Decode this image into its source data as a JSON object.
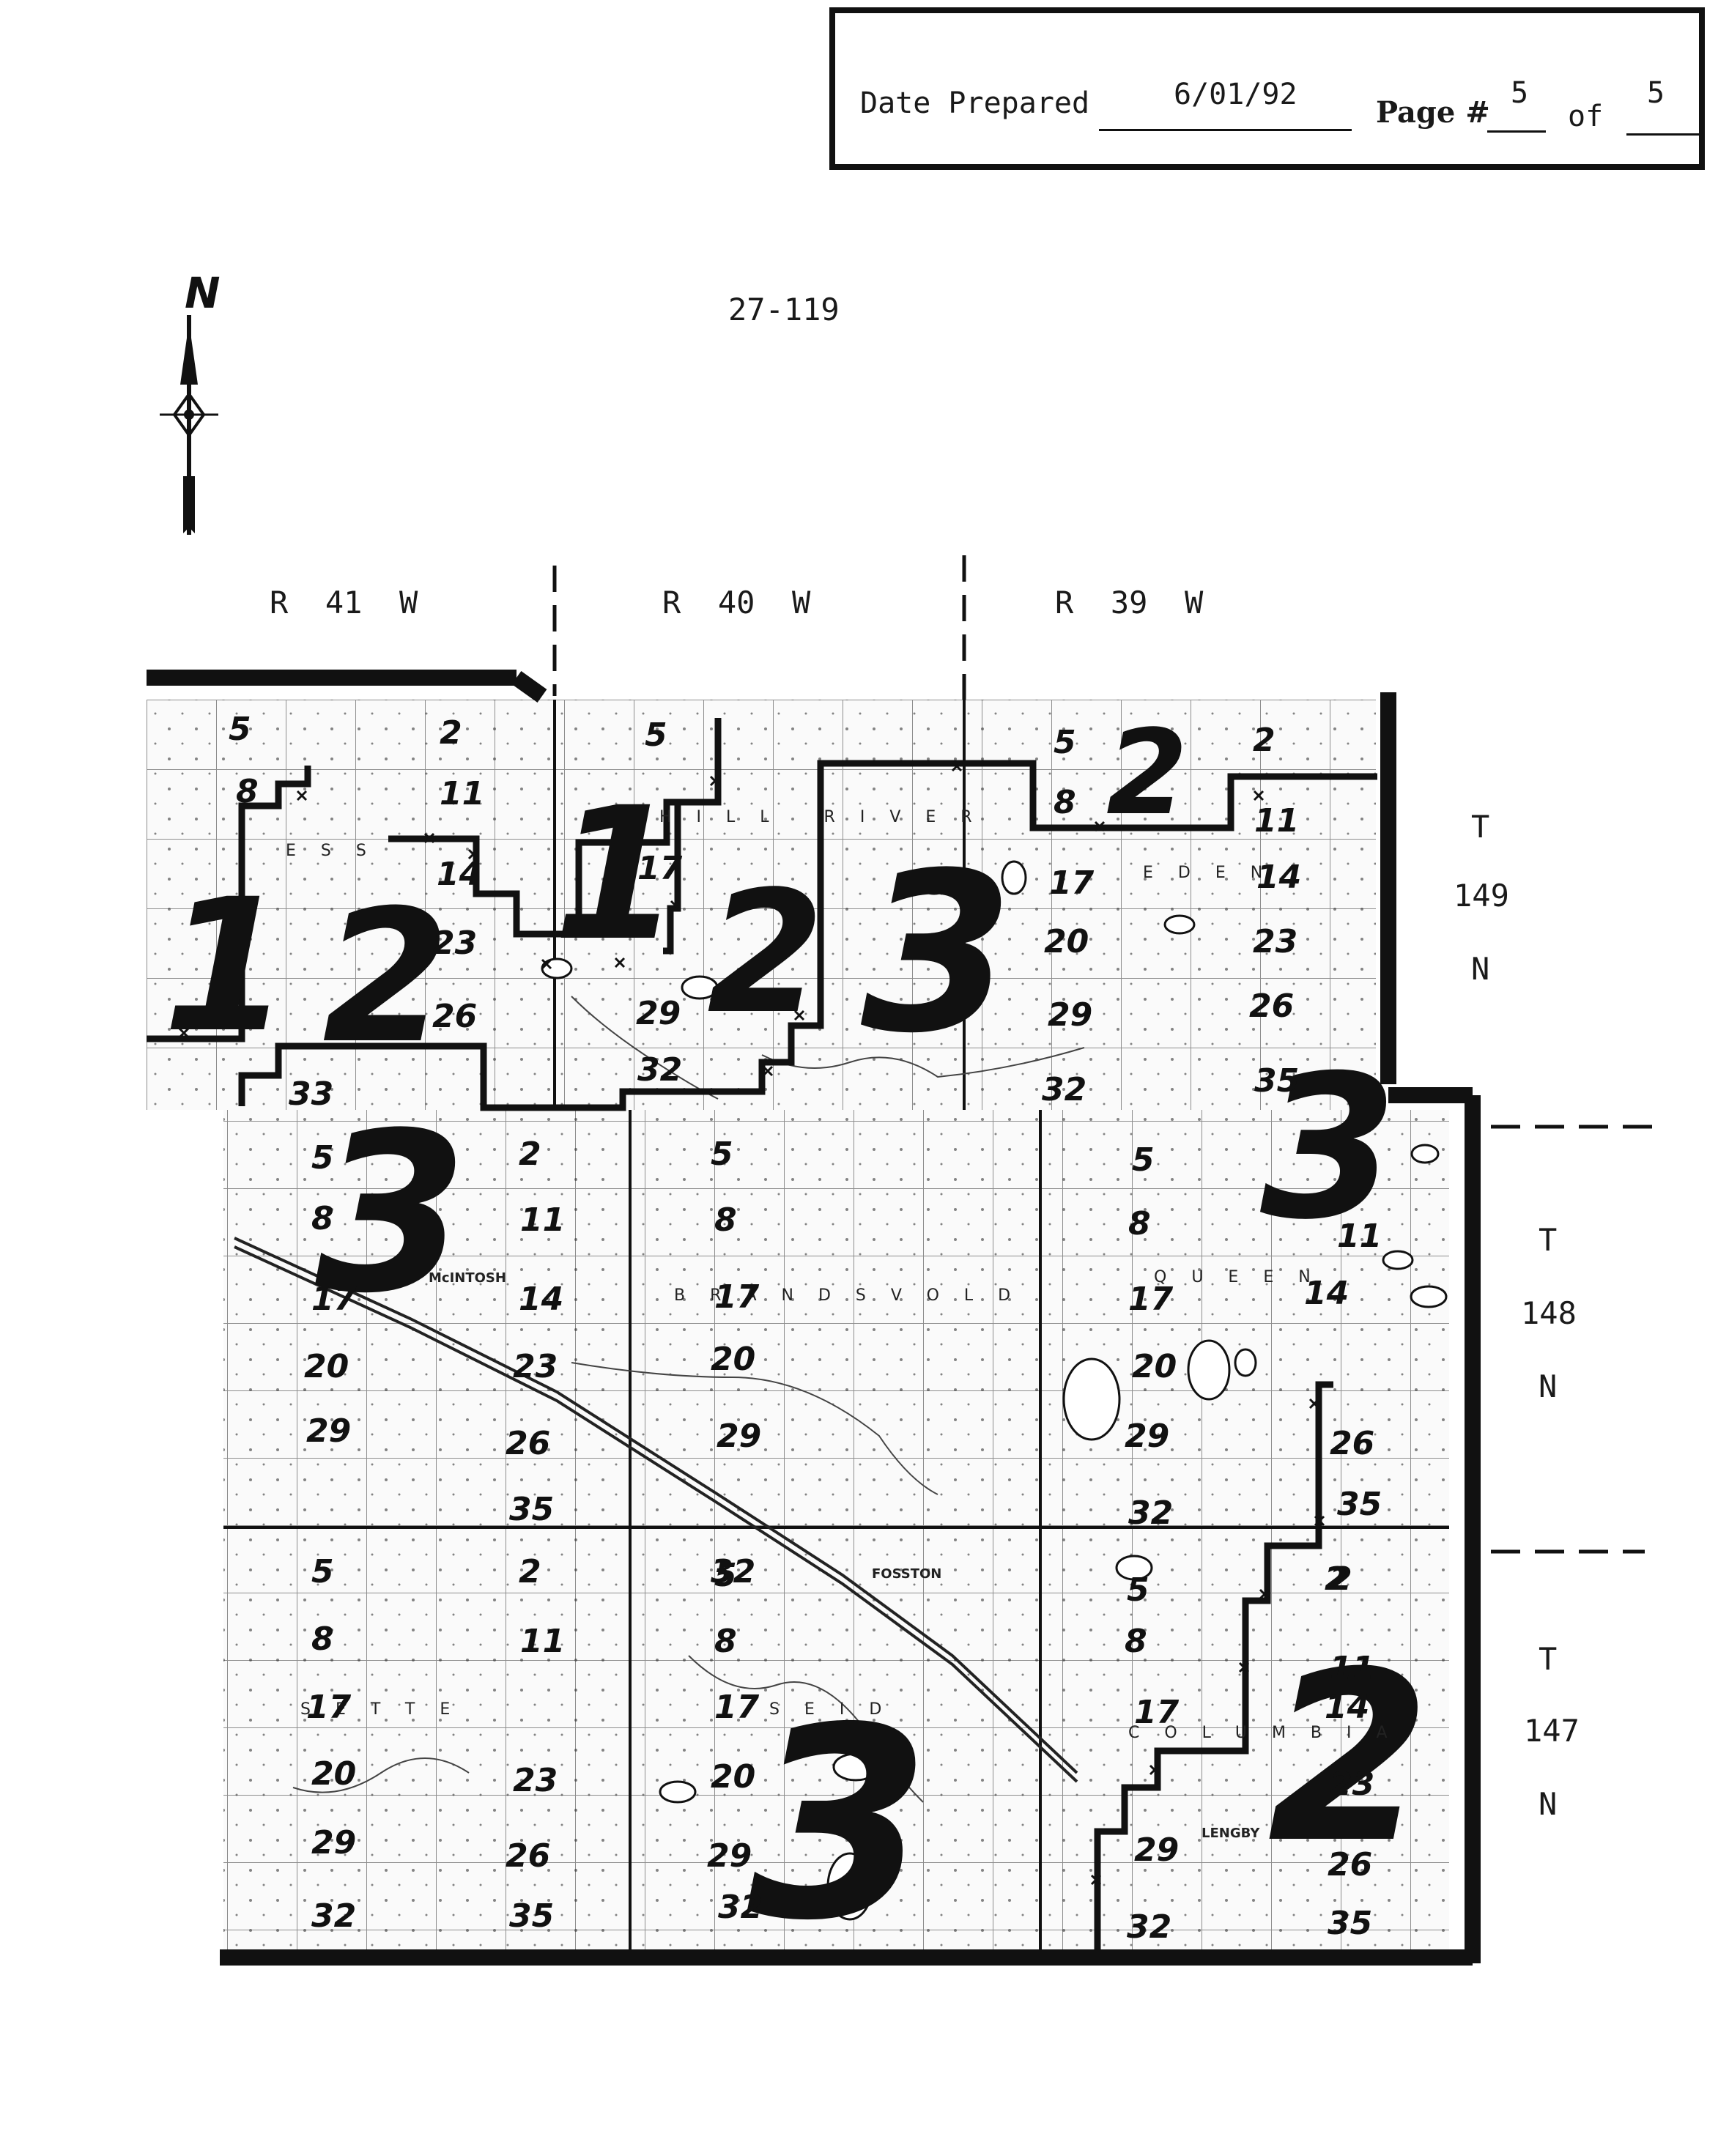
{
  "header": {
    "date_label": "Date Prepared",
    "date_value": "6/01/92",
    "page_label": "Page #",
    "page_number": "5",
    "of_label": "of",
    "page_total": "5"
  },
  "north_label": "N",
  "map_id": "27-119",
  "ranges": [
    "R  41  W",
    "R  40  W",
    "R  39  W"
  ],
  "townships": [
    {
      "t": "T",
      "num": "149",
      "n": "N"
    },
    {
      "t": "T",
      "num": "148",
      "n": "N"
    },
    {
      "t": "T",
      "num": "147",
      "n": "N"
    }
  ],
  "zone_numbers": [
    "1",
    "2",
    "1",
    "2",
    "3",
    "2",
    "3",
    "3",
    "3",
    "2"
  ],
  "township_names": [
    "ESS",
    "HILL RIVER",
    "EDEN",
    "BRANDSVOLD",
    "QUEEN",
    "SETTE",
    "SEID",
    "COLUMBIA"
  ],
  "place_names": [
    "McINTOSH",
    "FOSSTON",
    "LENGBY"
  ],
  "section_numbers": [
    "5",
    "2",
    "8",
    "11",
    "14",
    "23",
    "26",
    "33",
    "5",
    "17",
    "29",
    "32",
    "5",
    "2",
    "8",
    "17",
    "20",
    "29",
    "32",
    "11",
    "14",
    "23",
    "26",
    "35",
    "5",
    "2",
    "8",
    "11",
    "14",
    "17",
    "20",
    "23",
    "26",
    "29",
    "35",
    "5",
    "8",
    "17",
    "20",
    "29",
    "32",
    "5",
    "8",
    "17",
    "20",
    "26",
    "29",
    "32",
    "11",
    "14",
    "35",
    "2",
    "5",
    "2",
    "8",
    "11",
    "17",
    "20",
    "23",
    "26",
    "29",
    "32",
    "35",
    "5",
    "8",
    "17",
    "20",
    "29",
    "32",
    "5",
    "8",
    "17",
    "29",
    "32",
    "2",
    "11",
    "14",
    "23",
    "26",
    "35"
  ]
}
